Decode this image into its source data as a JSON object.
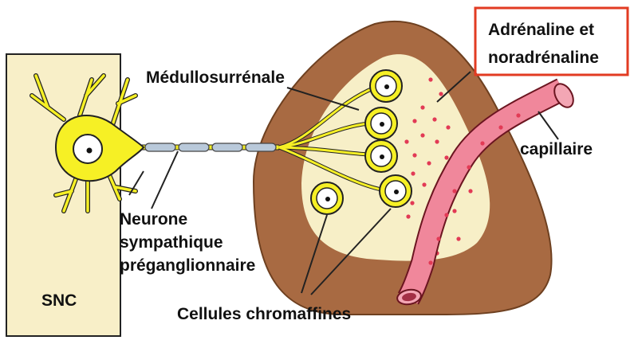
{
  "labels": {
    "snc": "SNC",
    "medullo": "Médullosurrénale",
    "hormones_line1": "Adrénaline et",
    "hormones_line2": "noradrénaline",
    "capillaire": "capillaire",
    "neurone_line1": "Neurone",
    "neurone_line2": "sympathique",
    "neurone_line3": "préganglionnaire",
    "cellules": "Cellules chromaffines"
  },
  "colors": {
    "snc_fill": "#f8efc8",
    "neuron": "#f6f025",
    "cortex": "#a86a42",
    "medulla": "#f7efc7",
    "capillary": "#f0879b",
    "granules": "#e23a55",
    "highlight_box": "#e23b22"
  }
}
